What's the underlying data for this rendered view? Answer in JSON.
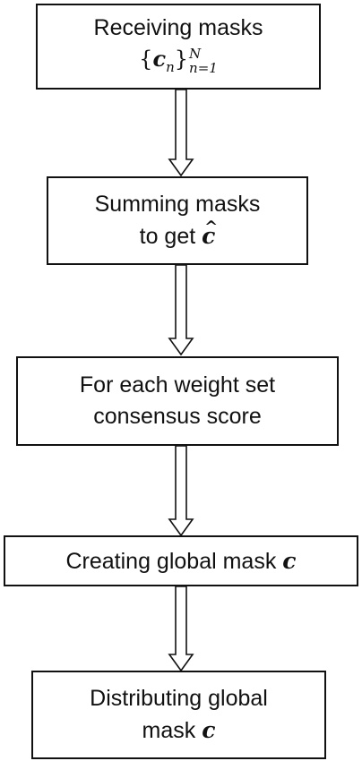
{
  "steps": [
    {
      "line1": "Receiving masks",
      "set_open": "{",
      "set_symbol": "c",
      "set_sub": "n",
      "set_close": "}",
      "set_upper": "N",
      "set_lower": "n=1"
    },
    {
      "line1": "Summing masks",
      "line2_text": "to get ",
      "line2_symbol": "c",
      "line2_hat": "^"
    },
    {
      "line1": "For each weight set",
      "line2": "consensus score"
    },
    {
      "line1_text": "Creating global mask ",
      "line1_symbol": "c"
    },
    {
      "line1": "Distributing global",
      "line2_text": "mask ",
      "line2_symbol": "c"
    }
  ]
}
